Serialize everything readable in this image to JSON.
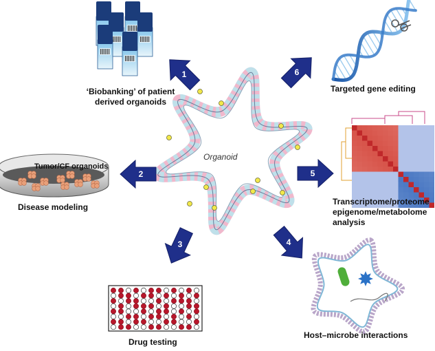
{
  "center": {
    "label": "Organoid"
  },
  "applications": [
    {
      "id": "biobanking",
      "number": "1",
      "label_lines": [
        "‘Biobanking’ of patient",
        "derived organoids"
      ]
    },
    {
      "id": "disease",
      "number": "2",
      "label_lines": [
        "Disease modeling"
      ],
      "dish_label": "Tumor/CF organoids"
    },
    {
      "id": "drug",
      "number": "3",
      "label_lines": [
        "Drug testing"
      ]
    },
    {
      "id": "microbe",
      "number": "4",
      "label_lines": [
        "Host–microbe interactions"
      ]
    },
    {
      "id": "omics",
      "number": "5",
      "label_lines": [
        "Transcriptome/proteome",
        "epigenome/metabolome",
        "analysis"
      ]
    },
    {
      "id": "editing",
      "number": "6",
      "label_lines": [
        "Targeted gene editing"
      ]
    }
  ],
  "colors": {
    "arrow": "#1f2f8a",
    "arrow_dark": "#141f66",
    "well_red": "#b8172b",
    "heatmap_red": "#d7453a",
    "heatmap_blue": "#3d7cc2",
    "tube_blue": "#2c6fb3",
    "tube_cap": "#1b3c7a",
    "bacterium": "#4fae3a",
    "virus": "#2a72c7"
  }
}
